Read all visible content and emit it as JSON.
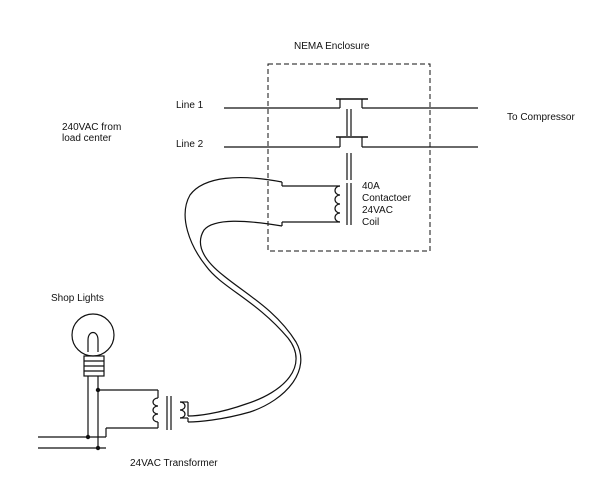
{
  "labels": {
    "enclosure": "NEMA Enclosure",
    "line1": "Line 1",
    "line2": "Line 2",
    "source_line1": "240VAC from",
    "source_line2": "load center",
    "compressor": "To Compressor",
    "contactor_1": "40A",
    "contactor_2": "Contactoer",
    "contactor_3": "24VAC",
    "contactor_4": "Coil",
    "shop_lights": "Shop Lights",
    "transformer": "24VAC Transformer"
  },
  "colors": {
    "line": "#111111",
    "background": "#ffffff"
  }
}
